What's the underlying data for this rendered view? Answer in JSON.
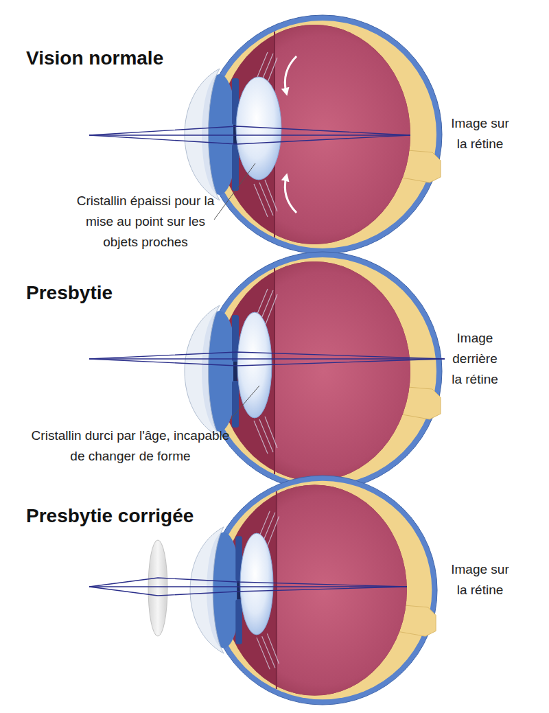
{
  "diagram": {
    "labels": [
      "Vision normale",
      "Image sur la rétine",
      "Cristallin épaissi pour la mise au point sur les objets proches",
      "Presbytie",
      "Image derrière la rétine",
      "Cristallin durci par l'âge, incapable de changer de forme",
      "Presbytie corrigée",
      "Image sur la rétine"
    ]
  }
}
